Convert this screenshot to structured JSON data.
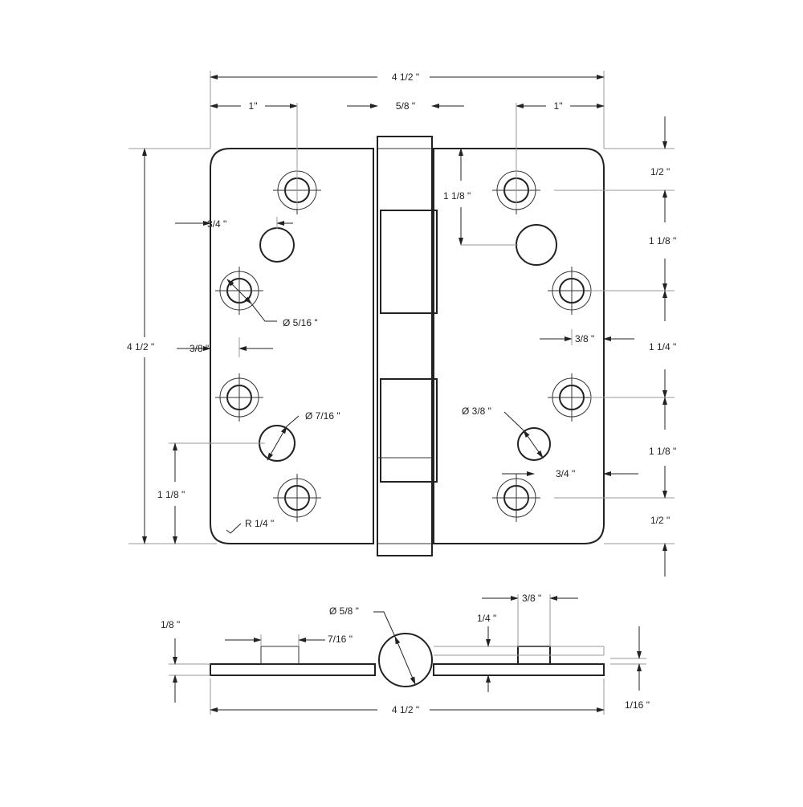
{
  "drawing": {
    "title": "Square-corner / round-corner hinge dimension drawing",
    "labels": {
      "top_width": "4 1/2 \"",
      "left_hole_offset": "1\"",
      "knuckle_width": "5/8 \"",
      "right_hole_offset": "1\"",
      "top_margin": "1/2 \"",
      "right_first_spacing": "1 1/8 \"",
      "left_3_4": "3/4 \"",
      "right_spacing_1": "1 1/8 \"",
      "dia_5_16": "Ø 5/16 \"",
      "height": "4 1/2 \"",
      "left_3_8": "3/8 \"",
      "right_3_8": "3/8 \"",
      "right_spacing_2": "1 1/4 \"",
      "dia_7_16": "Ø 7/16 \"",
      "dia_3_8": "Ø 3/8 \"",
      "right_spacing_3": "1 1/8 \"",
      "right_3_4": "3/4 \"",
      "left_bottom_spacing": "1 1/8 \"",
      "radius": "R 1/4 \"",
      "bottom_margin": "1/2 \"",
      "side_dia_5_8": "Ø 5/8 \"",
      "side_3_8": "3/8 \"",
      "side_1_8": "1/8 \"",
      "side_1_4": "1/4 \"",
      "side_7_16": "7/16 \"",
      "side_width": "4 1/2 \"",
      "side_1_16": "1/16 \""
    }
  }
}
